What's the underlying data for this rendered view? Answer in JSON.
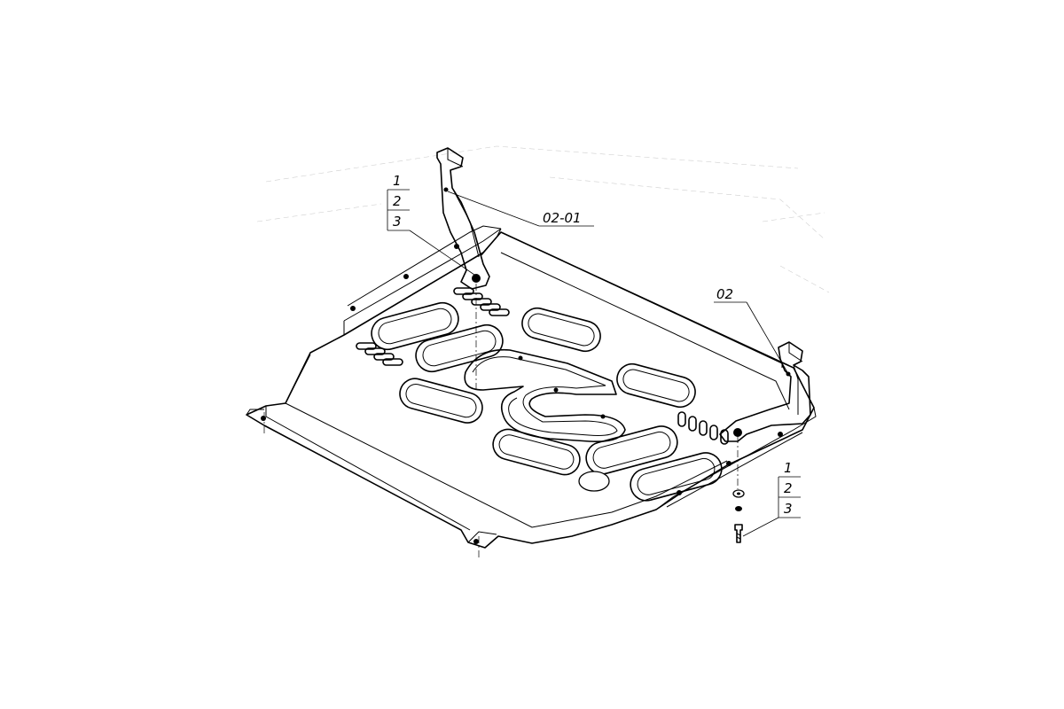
{
  "callouts": {
    "stack_left": [
      "1",
      "2",
      "3"
    ],
    "bracket_front_label": "02-01",
    "bracket_rear_label": "02",
    "stack_right": [
      "1",
      "2",
      "3"
    ]
  }
}
